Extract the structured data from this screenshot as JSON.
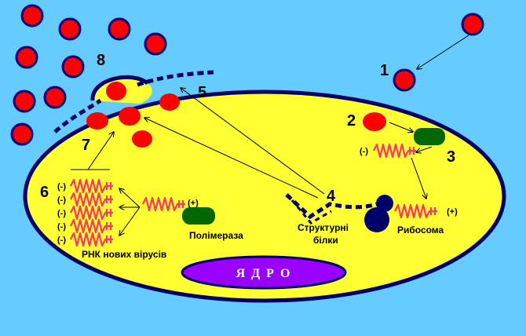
{
  "colors": {
    "background": "#66CCFF",
    "cell": "#FFFF33",
    "outline": "#000066",
    "virus": "#FF0000",
    "virus_outline": "#000080",
    "rna": "#FF3366",
    "polymerase": "#006600",
    "ribosome": "#000066",
    "nucleus": "#9900FF",
    "arrow": "#000000"
  },
  "icons": {
    "virus": "virus-particle-icon",
    "rna": "rna-strand-icon",
    "enzyme": "polymerase-enzyme-icon",
    "ribosome": "ribosome-icon"
  },
  "steps": [
    "1",
    "2",
    "3",
    "4",
    "5",
    "6",
    "7",
    "8"
  ],
  "labels": {
    "polymerase": "Полімераза",
    "structural_line1": "Структурні",
    "structural_line2": "білки",
    "ribosome": "Рибосома",
    "new_rna": "РНК нових вірусів",
    "nucleus": "Я Д Р О"
  },
  "signs": {
    "minus": "(-)",
    "plus": "(+)"
  }
}
